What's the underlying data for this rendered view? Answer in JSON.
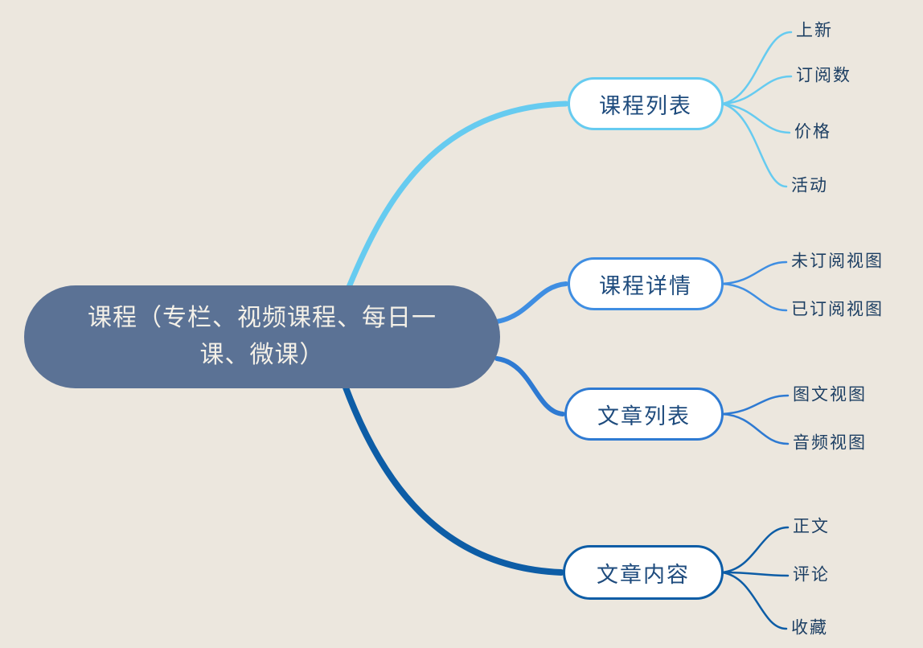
{
  "app": {
    "type": "mind-map",
    "background_color": "#ece7de"
  },
  "root": {
    "label": "课程（专栏、视频课程、每日一课、微课）",
    "fill_color": "#5b7295",
    "text_color": "#f5f1e8"
  },
  "branches": [
    {
      "label": "课程列表",
      "color": "#66cbf0",
      "children": [
        "上新",
        "订阅数",
        "价格",
        "活动"
      ]
    },
    {
      "label": "课程详情",
      "color": "#3f8ee2",
      "children": [
        "未订阅视图",
        "已订阅视图"
      ]
    },
    {
      "label": "文章列表",
      "color": "#2e7ad2",
      "children": [
        "图文视图",
        "音频视图"
      ]
    },
    {
      "label": "文章内容",
      "color": "#0d5da6",
      "children": [
        "正文",
        "评论",
        "收藏"
      ]
    }
  ]
}
